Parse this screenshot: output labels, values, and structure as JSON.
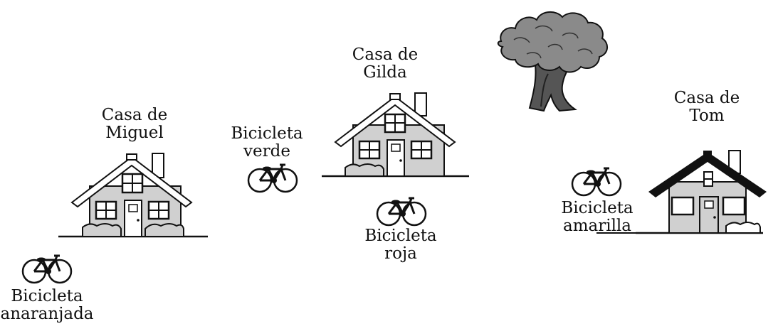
{
  "colors": {
    "stroke": "#111111",
    "house_wall": "#d0d0d0",
    "roof_dark": "#111111",
    "tree": "#8a8a8a",
    "trunk": "#444444",
    "background": "#ffffff"
  },
  "houses": [
    {
      "line1": "Casa de",
      "line2": "Miguel"
    },
    {
      "line1": "Casa de",
      "line2": "Gilda"
    },
    {
      "line1": "Casa de",
      "line2": "Tom"
    }
  ],
  "bicycles": [
    {
      "line1": "Bicicleta",
      "line2": "verde"
    },
    {
      "line1": "Bicicleta",
      "line2": "roja"
    },
    {
      "line1": "Bicicleta",
      "line2": "amarilla"
    },
    {
      "line1": "Bicicleta",
      "line2": "anaranjada"
    }
  ],
  "icons": {
    "house": "house-icon",
    "bicycle": "bicycle-icon",
    "tree": "tree-icon"
  }
}
